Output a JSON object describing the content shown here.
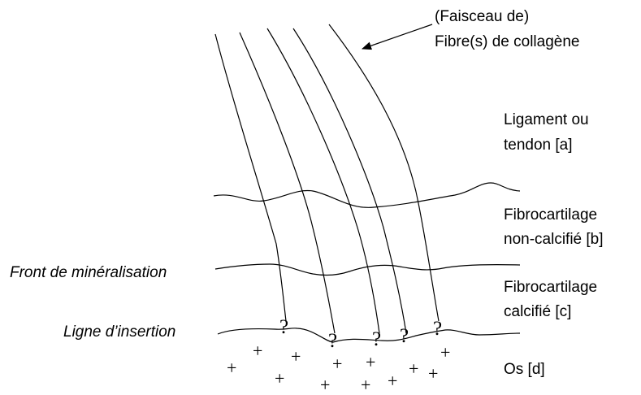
{
  "labels": {
    "fiber_line1": "(Faisceau de)",
    "fiber_line2": "Fibre(s) de collagène",
    "ligament_line1": "Ligament ou",
    "ligament_line2": "tendon  [a]",
    "fibro_noncalc_line1": "Fibrocartilage",
    "fibro_noncalc_line2": "non-calcifié  [b]",
    "mineralisation_front": "Front de minéralisation",
    "fibro_calc_line1": "Fibrocartilage",
    "fibro_calc_line2": "calcifié  [c]",
    "insertion_line": "Ligne d’insertion",
    "bone": "Os  [d]"
  },
  "question_mark": "?",
  "plus_sign": "+"
}
